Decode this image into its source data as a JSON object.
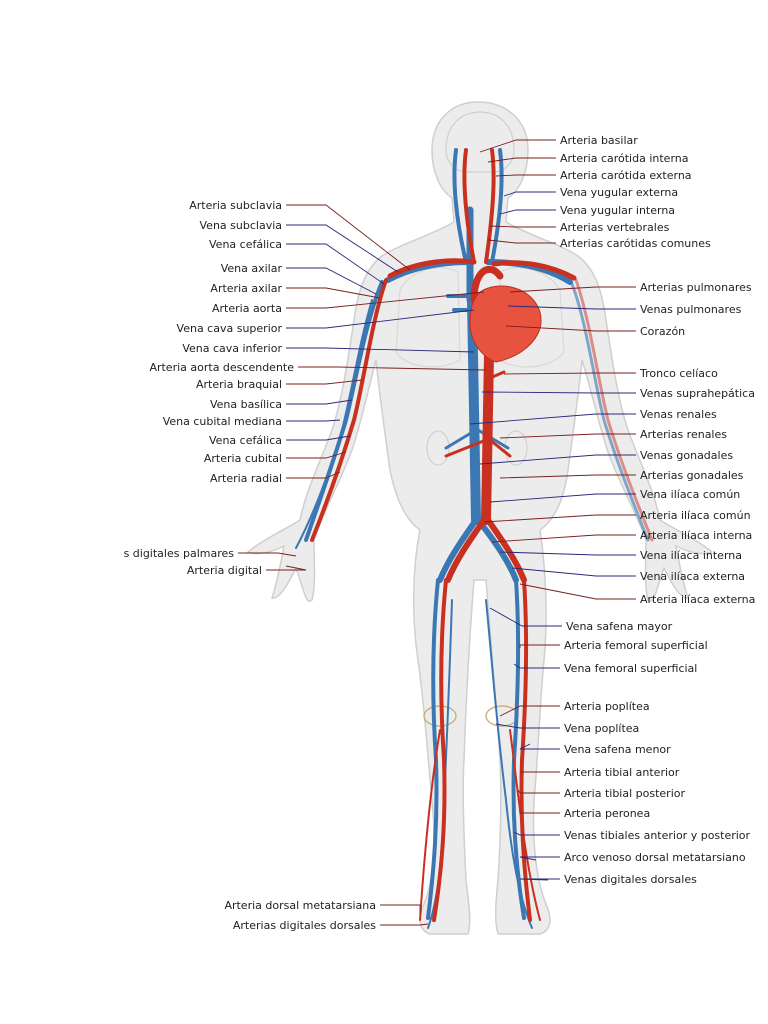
{
  "colors": {
    "artery": "#c9301f",
    "vein": "#3b77b3",
    "heart": "#e8533f",
    "body_fill": "#ececec",
    "body_stroke": "#cfcfcf",
    "leader_artery": "#7a1f1f",
    "leader_vein": "#2a2a7a"
  },
  "labels_right": [
    "Arteria basilar",
    "Arteria carótida interna",
    "Arteria carótida externa",
    "Vena yugular externa",
    "Vena yugular interna",
    "Arterias vertebrales",
    "Arterias carótidas comunes",
    "Arterias pulmonares",
    "Venas pulmonares",
    "Corazón",
    "Tronco celíaco",
    "Venas suprahepática",
    "Venas renales",
    "Arterias renales",
    "Venas gonadales",
    "Arterias gonadales",
    "Vena ilíaca común",
    "Arteria ilíaca común",
    "Arteria ilíaca interna",
    "Vena ilíaca interna",
    "Vena ilíaca externa",
    "Arteria ilíaca externa",
    "Vena safena mayor",
    "Arteria femoral superficial",
    "Vena femoral superficial",
    "Arteria poplítea",
    "Vena poplítea",
    "Vena safena menor",
    "Arteria tibial anterior",
    "Arteria tibial posterior",
    "Arteria peronea",
    "Venas tibiales anterior y posterior",
    "Arco venoso dorsal metatarsiano",
    "Venas digitales dorsales"
  ],
  "labels_left": [
    "Arteria subclavia",
    "Vena subclavia",
    "Vena cefálica",
    "Vena axilar",
    "Arteria axilar",
    "Arteria aorta",
    "Vena cava superior",
    "Vena cava inferior",
    "Arteria aorta descendente",
    "Arteria braquial",
    "Vena basílica",
    "Vena cubital mediana",
    "Vena cefálica",
    "Arteria cubital",
    "Arteria radial",
    "s digitales palmares",
    "Arteria digital",
    "Arteria dorsal metatarsiana",
    "Arterias digitales dorsales"
  ],
  "label_kinds_right": [
    "a",
    "a",
    "a",
    "v",
    "v",
    "a",
    "a",
    "a",
    "v",
    "a",
    "a",
    "v",
    "v",
    "a",
    "v",
    "a",
    "v",
    "a",
    "a",
    "v",
    "v",
    "a",
    "v",
    "a",
    "v",
    "a",
    "v",
    "v",
    "a",
    "a",
    "a",
    "v",
    "v",
    "v"
  ],
  "label_kinds_left": [
    "a",
    "v",
    "v",
    "v",
    "a",
    "a",
    "v",
    "v",
    "a",
    "a",
    "v",
    "v",
    "v",
    "a",
    "a",
    "a",
    "a",
    "a",
    "a"
  ]
}
